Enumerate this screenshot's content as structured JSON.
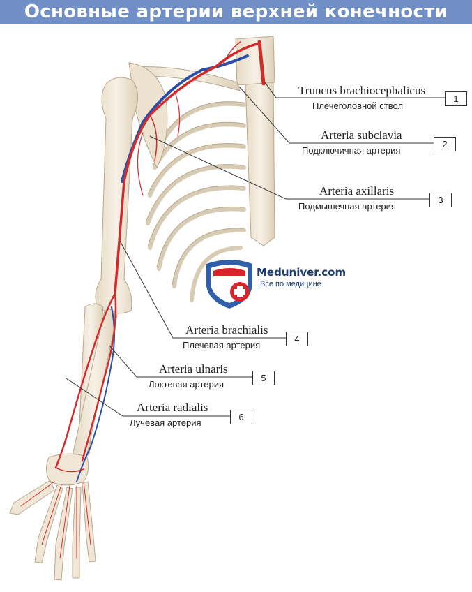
{
  "title": "Основные артерии верхней конечности",
  "watermark": {
    "name": "Meduniver.com",
    "tagline": "Все по медицине",
    "colors": {
      "shield_blue": "#2f5fa8",
      "shield_red": "#d8232a"
    }
  },
  "labels": [
    {
      "number": "1",
      "latin": "Truncus brachiocephalicus",
      "russian": "Плечеголовной ствол"
    },
    {
      "number": "2",
      "latin": "Arteria subclavia",
      "russian": "Подключичная артерия"
    },
    {
      "number": "3",
      "latin": "Arteria axillaris",
      "russian": "Подмышечная артерия"
    },
    {
      "number": "4",
      "latin": "Arteria brachialis",
      "russian": "Плечевая артерия"
    },
    {
      "number": "5",
      "latin": "Arteria ulnaris",
      "russian": "Локтевая артерия"
    },
    {
      "number": "6",
      "latin": "Arteria radialis",
      "russian": "Лучевая артерия"
    }
  ],
  "colors": {
    "title_bar": "#6f8fc6",
    "artery": "#d42a2a",
    "vein": "#2a4fa8",
    "bone": "#efe6d6",
    "bone_outline": "#b9a88e"
  }
}
